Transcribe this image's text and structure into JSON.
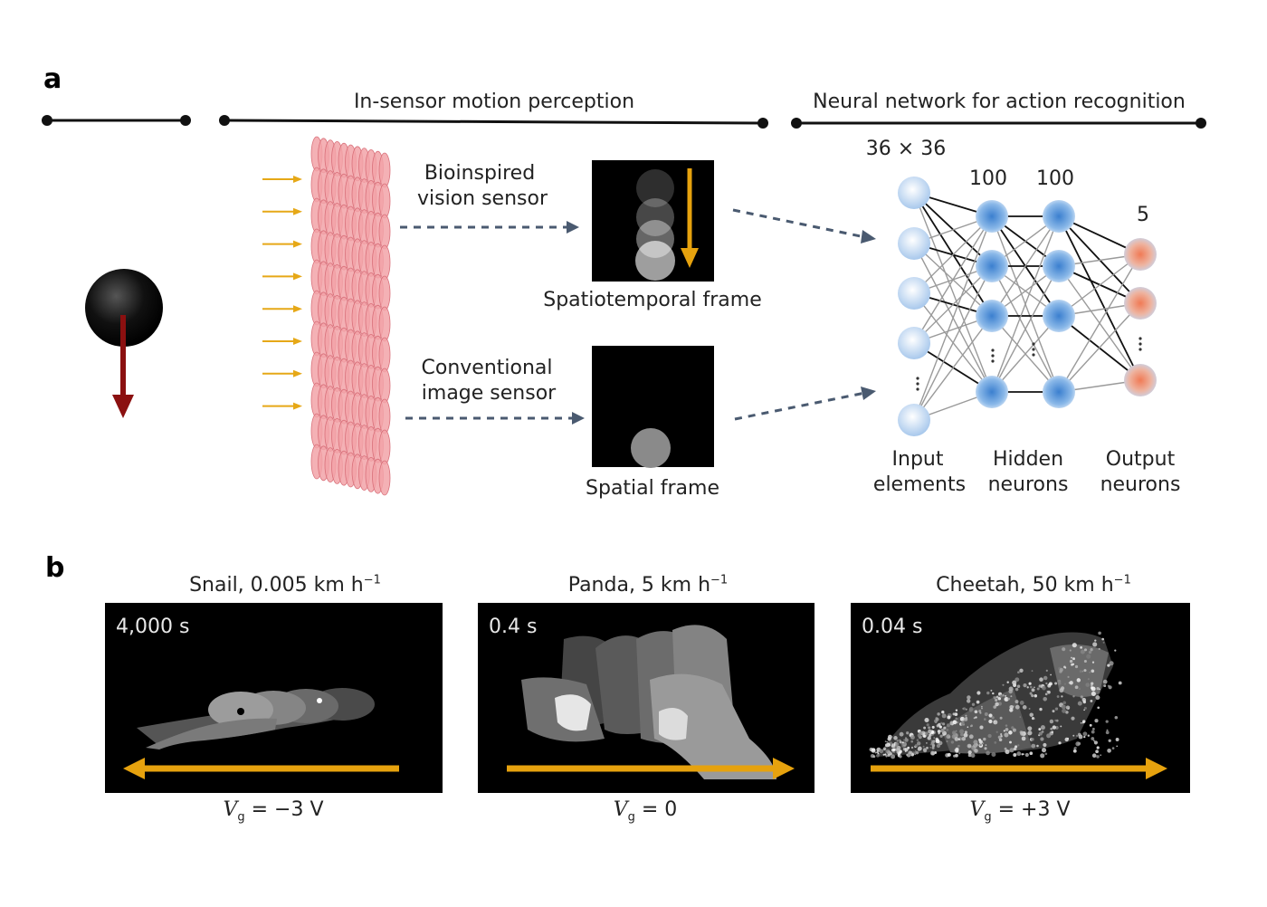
{
  "panel_a": {
    "letter": "a",
    "section_motion": "In-sensor motion perception",
    "section_network": "Neural network for action recognition",
    "sensor_bio_line1": "Bioinspired",
    "sensor_bio_line2": "vision sensor",
    "sensor_conv_line1": "Conventional",
    "sensor_conv_line2": "image sensor",
    "frame_spatiotemporal": "Spatiotemporal  frame",
    "frame_spatial": "Spatial frame",
    "layer_input_size": "36 × 36",
    "layer_hidden1_size": "100",
    "layer_hidden2_size": "100",
    "layer_output_size": "5",
    "input_label_line1": "Input",
    "input_label_line2": "elements",
    "hidden_label_line1": "Hidden",
    "hidden_label_line2": "neurons",
    "output_label_line1": "Output",
    "output_label_line2": "neurons"
  },
  "panel_b": {
    "letter": "b",
    "items": [
      {
        "title": "Snail, 0.005 km h",
        "title_exp": "−1",
        "time": "4,000 s",
        "vg_value": " = −3 V",
        "direction": "left"
      },
      {
        "title": "Panda, 5 km h",
        "title_exp": "−1",
        "time": "0.4 s",
        "vg_value": " = 0",
        "direction": "right"
      },
      {
        "title": "Cheetah, 50 km h",
        "title_exp": "−1",
        "time": "0.04 s",
        "vg_value": " = +3 V",
        "direction": "right"
      }
    ],
    "vg_symbol": "V",
    "vg_subscript": "g"
  },
  "colors": {
    "motion_arrow": "#8b1010",
    "light_arrow": "#e6a817",
    "frame_arrow": "#e6a20e",
    "sensor_cell": "#f2a3a8",
    "input_node": "#cfe2f7",
    "hidden_node": "#5b9bdc",
    "output_node": "#f0a68d",
    "dashed": "#4a5a70"
  }
}
